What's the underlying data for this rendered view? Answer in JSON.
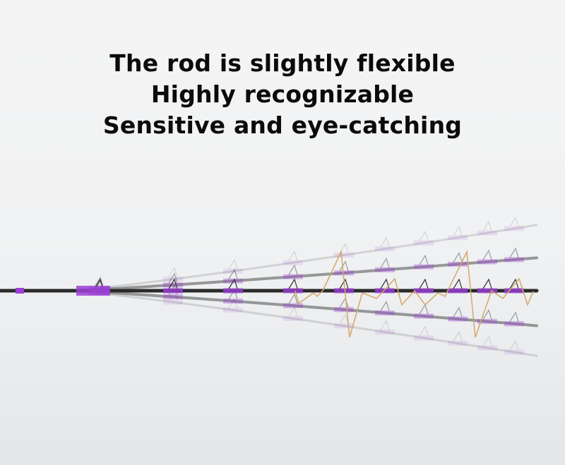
{
  "headline": {
    "line1": "The rod is slightly flexible",
    "line2": "Highly recognizable",
    "line3": "Sensitive and eye-catching"
  },
  "colors": {
    "rod": "#2a2a2a",
    "accent_purple": "#9b3fd6",
    "vibration_wave": "#d4a868"
  },
  "illustration": {
    "icon": "fishing-rod-flex-icon"
  }
}
